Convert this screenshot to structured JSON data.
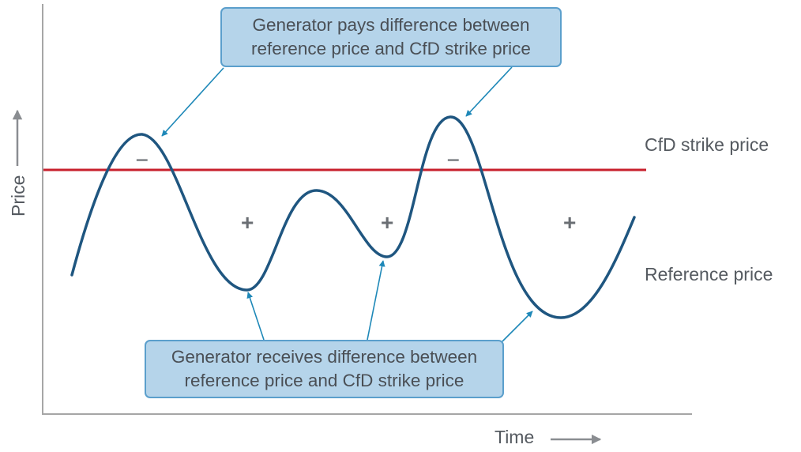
{
  "callouts": {
    "top": [
      "Generator pays difference between",
      "reference price and CfD strike price"
    ],
    "bottom": [
      "Generator receives difference between",
      "reference price and CfD strike price"
    ]
  },
  "labels": {
    "strike_price": "CfD strike price",
    "reference_price": "Reference price",
    "x_axis": "Time",
    "y_axis": "Price"
  },
  "signs": {
    "minus": "–",
    "plus": "+"
  },
  "colors": {
    "strike_line": "#c8202c",
    "reference_curve": "#1f5680",
    "arrow": "#1e88b8",
    "callout_fill": "#b5d4ea",
    "callout_border": "#5b9fcc",
    "axis": "#a6a6a6"
  }
}
